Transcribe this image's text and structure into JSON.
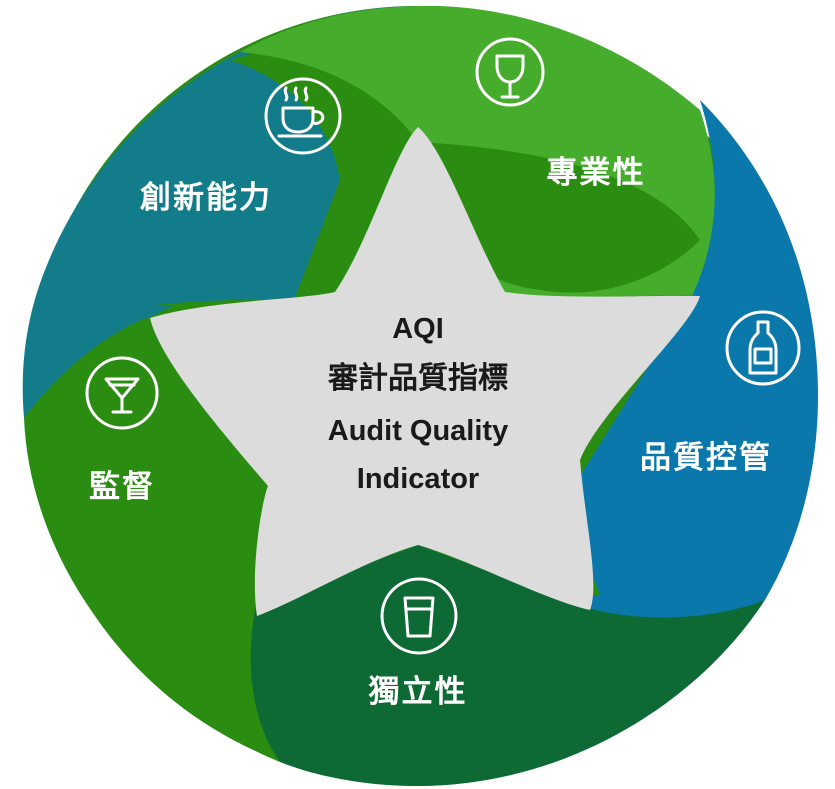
{
  "center": {
    "line1": "AQI",
    "line2": "審計品質指標",
    "line3": "Audit Quality",
    "line4": "Indicator"
  },
  "segments": [
    {
      "label": "專業性",
      "icon": "wine-glass-icon",
      "color": "#46ad2c"
    },
    {
      "label": "品質控管",
      "icon": "wine-bottle-icon",
      "color": "#0b78ac"
    },
    {
      "label": "獨立性",
      "icon": "cup-icon",
      "color": "#0e6a34"
    },
    {
      "label": "監督",
      "icon": "cocktail-glass-icon",
      "color": "#2b8c12"
    },
    {
      "label": "創新能力",
      "icon": "coffee-cup-icon",
      "color": "#137c8a"
    }
  ],
  "colors": {
    "star": "#dcdcdc",
    "text_dark": "#1a1a1a",
    "icon": "#ffffff"
  }
}
